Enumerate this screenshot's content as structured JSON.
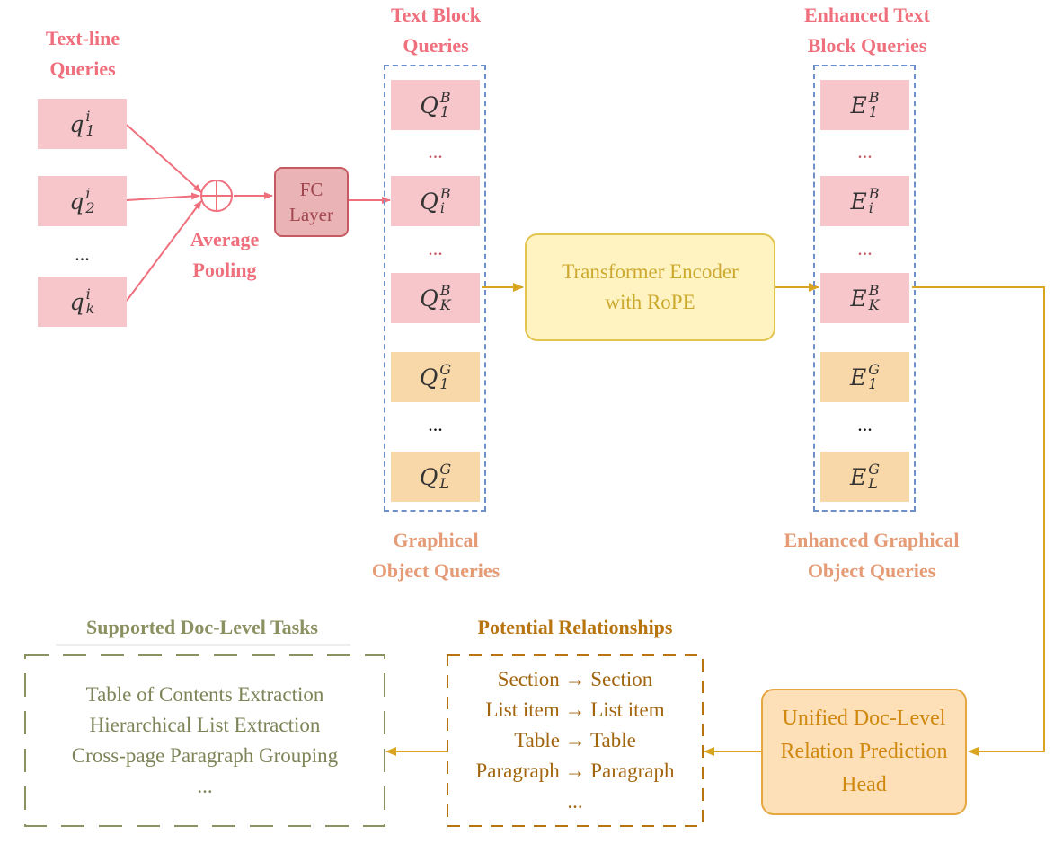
{
  "headers": {
    "textline_queries": [
      "Text-line",
      "Queries"
    ],
    "text_block_queries": [
      "Text Block",
      "Queries"
    ],
    "enhanced_text_block_queries": [
      "Enhanced Text",
      "Block Queries"
    ],
    "graphical_object_queries": [
      "Graphical",
      "Object Queries"
    ],
    "enhanced_graphical_object_queries": [
      "Enhanced Graphical",
      "Object Queries"
    ],
    "average_pooling": [
      "Average",
      "Pooling"
    ],
    "supported_tasks": "Supported Doc-Level Tasks",
    "potential_relationships": "Potential Relationships"
  },
  "textline_boxes": [
    {
      "base": "q",
      "sub": "1",
      "sup": "i"
    },
    {
      "base": "q",
      "sub": "2",
      "sup": "i"
    },
    {
      "base": "q",
      "sub": "k",
      "sup": "i"
    }
  ],
  "block_boxes": [
    {
      "base": "Q",
      "sub": "1",
      "sup": "B"
    },
    {
      "base": "Q",
      "sub": "i",
      "sup": "B"
    },
    {
      "base": "Q",
      "sub": "K",
      "sup": "B"
    },
    {
      "base": "Q",
      "sub": "1",
      "sup": "G"
    },
    {
      "base": "Q",
      "sub": "L",
      "sup": "G"
    }
  ],
  "enhanced_boxes": [
    {
      "base": "E",
      "sub": "1",
      "sup": "B"
    },
    {
      "base": "E",
      "sub": "i",
      "sup": "B"
    },
    {
      "base": "E",
      "sub": "K",
      "sup": "B"
    },
    {
      "base": "E",
      "sub": "1",
      "sup": "G"
    },
    {
      "base": "E",
      "sub": "L",
      "sup": "G"
    }
  ],
  "ellipsis": "...",
  "fc_layer": [
    "FC",
    "Layer"
  ],
  "encoder": [
    "Transformer Encoder",
    "with RoPE"
  ],
  "prediction_head": [
    "Unified Doc-Level",
    "Relation Prediction",
    "Head"
  ],
  "tasks": [
    "Table of Contents Extraction",
    "Hierarchical List Extraction",
    "Cross-page Paragraph Grouping",
    "..."
  ],
  "relationships": [
    "Section → Section",
    "List item → List item",
    "Table → Table",
    "Paragraph → Paragraph",
    "..."
  ],
  "colors": {
    "pink_text": "#ef6f7d",
    "pink_box": "#f6c6cb",
    "orange_box": "#f8d7a9",
    "peach_text": "#e59c76",
    "gold_arrow": "#d9a521",
    "olive_text": "#8c9162",
    "brown_text": "#b8740f",
    "dash_blue": "#6f8fc9"
  }
}
